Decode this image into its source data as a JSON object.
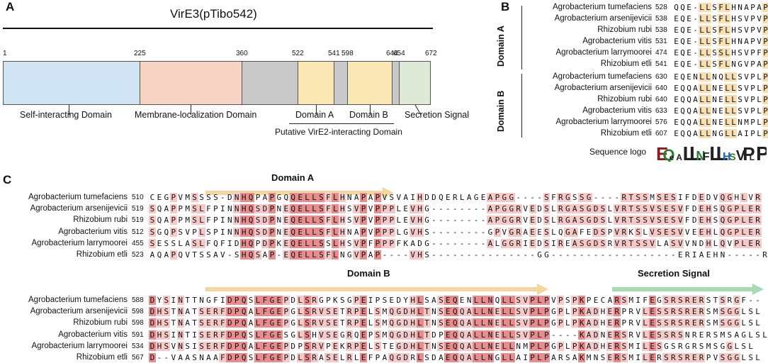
{
  "panelA": {
    "letter": "A",
    "title": "VirE3(pTibo542)",
    "positions": [
      "1",
      "225",
      "360",
      "522",
      "541",
      "598",
      "644",
      "654",
      "672"
    ],
    "domains": [
      {
        "label": "Self-interacting Domain",
        "color": "#cfe3f2"
      },
      {
        "label": "Membrane-localization Domain",
        "color": "#f7d3c4"
      },
      {
        "label": "",
        "color": "#c9c9c9"
      },
      {
        "label": "Domain A",
        "color": "#fbe7b4"
      },
      {
        "label": "",
        "color": "#c9c9c9"
      },
      {
        "label": "Domain B",
        "color": "#fbe7b4"
      },
      {
        "label": "",
        "color": "#c9c9c9"
      },
      {
        "label": "Secretion Signal",
        "color": "#dfead6"
      }
    ],
    "putative": "Putative VirE2-interacting Domain"
  },
  "panelB": {
    "letter": "B",
    "domainA": {
      "label": "Domain A",
      "rows": [
        {
          "species": "Agrobacterium tumefaciens",
          "start": "528",
          "seq": "QQE-LLSFLHNAPAP"
        },
        {
          "species": "Agrobacterium arsenijevicii",
          "start": "538",
          "seq": "EQE-LLSFLHSVPVP"
        },
        {
          "species": "Rhizobium rubi",
          "start": "538",
          "seq": "EQE-LLSFLHSVPVP"
        },
        {
          "species": "Agrobacterium vitis",
          "start": "531",
          "seq": "EQE-LLSFLHNAPVP"
        },
        {
          "species": "Agrobacterium larrymoorei",
          "start": "474",
          "seq": "EQE-LLSSLHSVPFP"
        },
        {
          "species": "Rhizobium etli",
          "start": "541",
          "seq": "EQE-LLSFLNGVPAP"
        }
      ]
    },
    "domainB": {
      "label": "Domain B",
      "rows": [
        {
          "species": "Agrobacterium tumefaciens",
          "start": "630",
          "seq": "EQENLLNQLLSVPLP"
        },
        {
          "species": "Agrobacterium arsenijevicii",
          "start": "640",
          "seq": "EQQALLNELLSVPLP"
        },
        {
          "species": "Rhizobium rubi",
          "start": "640",
          "seq": "EQQALLNELLSVPLP"
        },
        {
          "species": "Agrobacterium vitis",
          "start": "633",
          "seq": "EQQALLNELLSVPLP"
        },
        {
          "species": "Agrobacterium larrymoorei",
          "start": "576",
          "seq": "EQQALLNELLNMPLP"
        },
        {
          "species": "Rhizobium etli",
          "start": "607",
          "seq": "EQQALLNGLLAIPLP"
        }
      ]
    },
    "logo_label": "Sequence logo",
    "logo_letters": [
      "E",
      "Q",
      "e",
      "A",
      "L",
      "L",
      "N",
      "F",
      "L",
      "L",
      "H",
      "S",
      "V",
      "P",
      "L",
      "P"
    ],
    "colors": {
      "E": "#8b1a1a",
      "Q": "#2e7d32",
      "N": "#2e7d32",
      "S": "#2e7d32",
      "H": "#1565c0",
      "dark": "#222222"
    }
  },
  "panelC": {
    "letter": "C",
    "block1": {
      "label": "Domain A",
      "rows": [
        {
          "species": "Agrobacterium tumefaciens",
          "start": "510",
          "seq": "CEGPVMSSSS-DNHQPAPGQQELLSFLHNAPAPVSVAIHDDQERLAGEAPGG----SFRGSSG----RTSSMSESIFDEDVQGHLVR"
        },
        {
          "species": "Agrobacterium arsenijevicii",
          "start": "519",
          "seq": "SQAPPMSLFPINNHQSDPNEQELLSFLHSVPVPPPLEVHG--------APGGRVEDSLRGASGDSLVRTSSVSESVFDEHSQGPLER"
        },
        {
          "species": "Rhizobium rubi",
          "start": "519",
          "seq": "SQAPPMSLFPINNHQSDPNEQELLSFLHSVPVPPPLEVHG--------APGGRVEDSLRGASGDSLVRTSSVSESVFDEHSQGPLER"
        },
        {
          "species": "Agrobacterium vitis",
          "start": "512",
          "seq": "SGQPSVPLSPINNHQSDPNEQELLSFLHNAPVPPPLGVHS--------GPVGRAEESLQGAFEDSPVRKSLVSESVVEEHLQGPLER"
        },
        {
          "species": "Agrobacterium larrymoorei",
          "start": "455",
          "seq": "SESSLASLFQFIDHQPDPKEQELLSSLHSVPFPPPFKADG--------ALGGRIEDSIREASGDSRVRTSSVLASVVNDHLQVPLER"
        },
        {
          "species": "Rhizobium etli",
          "start": "523",
          "seq": "AQAPQVTSSAV-SHQSAP-EQELLSFLNGVPAP----VHS---------------GG------------------ERIAEHN-----R"
        }
      ]
    },
    "block2": {
      "label": "Domain B",
      "label2": "Secretion Signal",
      "rows": [
        {
          "species": "Agrobacterium tumefaciens",
          "start": "588",
          "seq": "DYSINTTNGFIDPQSLFGEPDLSRGPKSGPEIPSEDYHLSASEQENLLNQLLSVPLPVPSPKPECARSMIFEGSRSRERSTSRGF--"
        },
        {
          "species": "Agrobacterium arsenijevicii",
          "start": "598",
          "seq": "DHSTNATSERFDPQALFGEPGLSRVSETRPELSMQGDHLTNSEQQALLNELLSVPLPGPLPKADHERPRVLESSRSRERSMSGGLSL"
        },
        {
          "species": "Rhizobium rubi",
          "start": "598",
          "seq": "DHSTNATSERFDPQALFGEPGLSRVSETRPELSMQGDHLTNSEQQALLNELLSVPLPGPLPKADHERPRVLESSRSRERSMSGGLSL"
        },
        {
          "species": "Agrobacterium vitis",
          "start": "591",
          "seq": "DHSINTISERFDPQSLFGESGLSHVSEGRQEPSMQGDHLTDPEQQALLNELLSVPLP----KADNERSRVLESSRSNRERSMSAGLSL"
        },
        {
          "species": "Agrobacterium larrymoorei",
          "start": "534",
          "seq": "DHSVNSISERFDPQALFGEPDPSRVPEKRPELSTEGDHLTNSEQQALLNELLNMPLPGPLPKADHERSMILESGSRGRSMSGGLSL"
        },
        {
          "species": "Rhizobium etli",
          "start": "567",
          "seq": "D--VAASNAAFDPQSLFGEPDLSRASELRLEFPAQGDRLSDAEQQALLNGLLAIPLPARSAKMNSERSMILERSRSRERPVSGGLSL"
        }
      ]
    }
  }
}
